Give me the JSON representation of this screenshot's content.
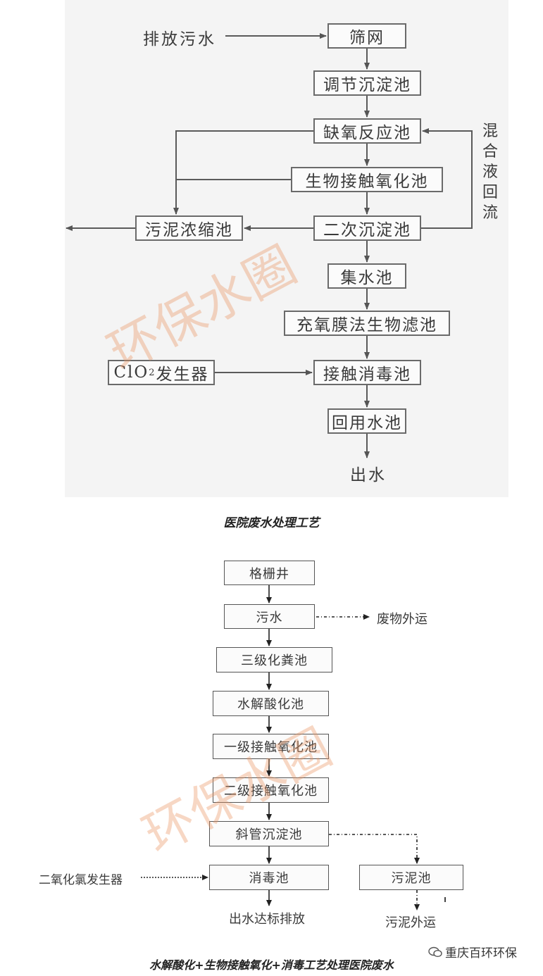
{
  "diagram1": {
    "caption": "医院废水处理工艺",
    "input_label": "排放污水",
    "boxes": {
      "screen": "筛网",
      "adjust_tank": "调节沉淀池",
      "anoxic_tank": "缺氧反应池",
      "contact_oxidation": "生物接触氧化池",
      "secondary_settling": "二次沉淀池",
      "sludge_thickener": "污泥浓缩池",
      "collection_tank": "集水池",
      "membrane_filter": "充氧膜法生物滤池",
      "clo2_generator_prefix": "ClO",
      "clo2_generator_sub": "2",
      "clo2_generator_suffix": "发生器",
      "disinfection_tank": "接触消毒池",
      "reuse_tank": "回用水池"
    },
    "reflux_label": "混合液回流",
    "output_label": "出水"
  },
  "diagram2": {
    "caption": "水解酸化+生物接触氧化+消毒工艺处理医院废水",
    "boxes": {
      "grid_well": "格栅井",
      "sewage": "污水",
      "septic_tank": "三级化粪池",
      "hydrolysis_tank": "水解酸化池",
      "primary_oxidation": "一级接触氧化池",
      "secondary_oxidation": "二级接触氧化池",
      "inclined_settler": "斜管沉淀池",
      "disinfection_tank": "消毒池",
      "sludge_tank": "污泥池"
    },
    "waste_label": "废物外运",
    "clo2_label": "二氧化氯发生器",
    "output_label": "出水达标排放",
    "sludge_out_label": "污泥外运"
  },
  "watermark": "环保水圈",
  "brand": "重庆百环环保",
  "colors": {
    "line": "#555555",
    "watermark": "#eb9664",
    "panel_bg": "#f4f4f4"
  }
}
